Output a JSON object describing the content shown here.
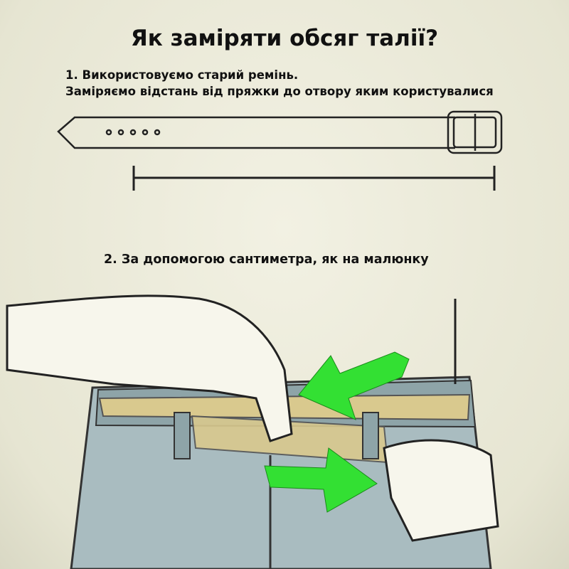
{
  "title": "Як заміряти обсяг талії?",
  "step1": {
    "line1": "1. Використовуємо старий ремінь.",
    "line2": "Заміряємо відстань від пряжки до отвору яким користувалися"
  },
  "step2": "2. За допомогою сантиметра, як на малюнку",
  "colors": {
    "arrow": "#33e033",
    "jeans": "#a9bcc0",
    "tape": "#d9c98e"
  }
}
